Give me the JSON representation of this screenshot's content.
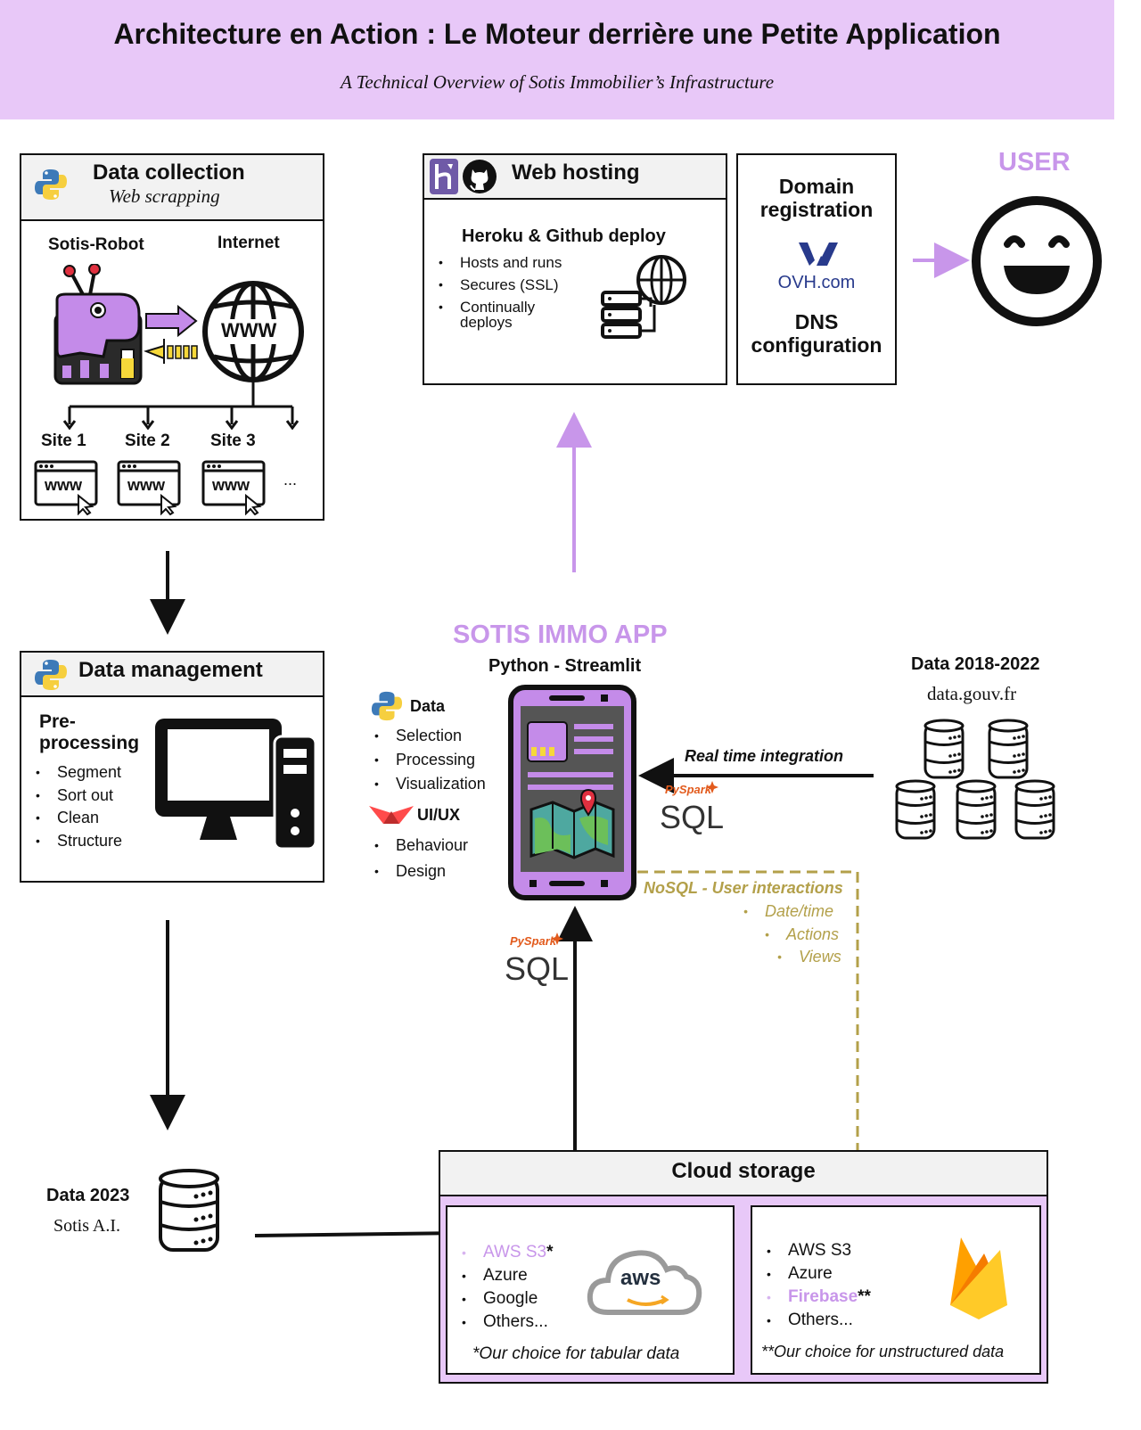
{
  "banner": {
    "title": "Architecture en Action : Le Moteur derrière une Petite Application",
    "subtitle": "A Technical Overview of Sotis Immobilier’s Infrastructure"
  },
  "data_collection": {
    "title": "Data collection",
    "subtitle": "Web scrapping",
    "robot_label": "Sotis-Robot",
    "internet_label": "Internet",
    "globe_text": "WWW",
    "sites": [
      "Site 1",
      "Site 2",
      "Site 3"
    ],
    "site_text": "www",
    "more": "..."
  },
  "data_management": {
    "title": "Data management",
    "heading": "Pre-processing",
    "heading_line1": "Pre-",
    "heading_line2": "processing",
    "items": [
      "Segment",
      "Sort out",
      "Clean",
      "Structure"
    ]
  },
  "data_2023": {
    "title": "Data 2023",
    "source": "Sotis A.I."
  },
  "web_hosting": {
    "title": "Web hosting",
    "subtitle": "Heroku & Github deploy",
    "items": [
      "Hosts and runs",
      "Secures (SSL)",
      "Continually",
      "deploys"
    ]
  },
  "domain": {
    "title_line1": "Domain",
    "title_line2": "registration",
    "ovh": "OVH.com",
    "dns_line1": "DNS",
    "dns_line2": "configuration"
  },
  "user": {
    "label": "USER"
  },
  "app": {
    "title": "SOTIS IMMO APP",
    "subtitle": "Python - Streamlit",
    "data_heading": "Data",
    "data_items": [
      "Selection",
      "Processing",
      "Visualization"
    ],
    "uiux_heading": "UI/UX",
    "uiux_items": [
      "Behaviour",
      "Design"
    ]
  },
  "external_data": {
    "title": "Data 2018-2022",
    "source": "data.gouv.fr",
    "integration_label": "Real time integration"
  },
  "pyspark": {
    "brand": "PySpark",
    "sql": "SQL"
  },
  "nosql": {
    "title": "NoSQL - User interactions",
    "items": [
      "Date/time",
      "Actions",
      "Views"
    ]
  },
  "cloud": {
    "title": "Cloud storage",
    "left_items": [
      "AWS S3",
      "Azure",
      "Google",
      "Others..."
    ],
    "left_star": "*",
    "left_note": "*Our choice for tabular data",
    "aws": "aws",
    "right_items": [
      "AWS S3",
      "Azure",
      "Firebase",
      "Others..."
    ],
    "right_star": "**",
    "right_note": "**Our choice for unstructured data"
  },
  "colors": {
    "banner_bg": "#e8c8f8",
    "accent_lavender": "#c896ea",
    "robot_purple": "#c48be9",
    "olive": "#b3a04a",
    "ovh_blue": "#283a8c",
    "firebase_orange": "#f5a623"
  }
}
